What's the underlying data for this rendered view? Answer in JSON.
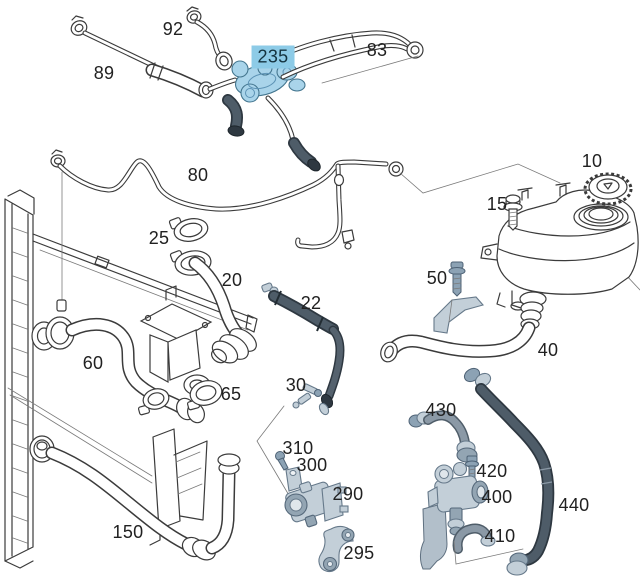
{
  "diagram": {
    "kind": "cooling-system-parts-diagram",
    "highlighted_part": "235",
    "labels": {
      "l92": "92",
      "l235": "235",
      "l83": "83",
      "l89": "89",
      "l80": "80",
      "l10": "10",
      "l15": "15",
      "l25": "25",
      "l20": "20",
      "l50": "50",
      "l22": "22",
      "l40": "40",
      "l60": "60",
      "l30": "30",
      "l65": "65",
      "l430": "430",
      "l420": "420",
      "l400": "400",
      "l310": "310",
      "l300": "300",
      "l290": "290",
      "l440": "440",
      "l410": "410",
      "l150": "150",
      "l295": "295"
    },
    "colors": {
      "background": "#ffffff",
      "line": "#3b3b3b",
      "highlight_label_bg": "#8dcbe7",
      "highlight_part_fill": "#a9d4ea",
      "steel_part_fill": "#c3cfd8",
      "dark_hose_fill": "#4e5c68"
    }
  }
}
